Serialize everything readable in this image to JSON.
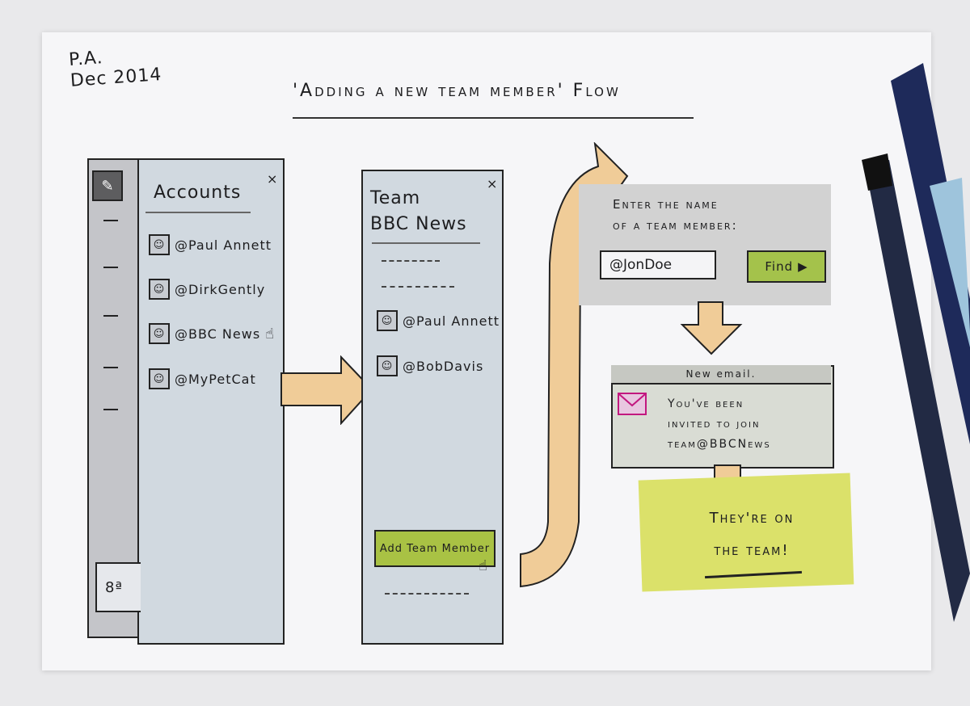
{
  "colors": {
    "paper": "#f6f6f8",
    "panel_wash": "#d1d9e0",
    "green_button": "#a9c244",
    "arrow_fill": "#f0cc98",
    "highlight_yellow": "#dbe16a",
    "envelope_magenta": "#c2187f"
  },
  "signature": {
    "initials": "P.A.",
    "date": "Dec 2014"
  },
  "title": "'Adding a new team member' Flow",
  "accounts_panel": {
    "title": "Accounts",
    "close": "×",
    "accounts": [
      "@Paul Annett",
      "@DirkGently",
      "@BBC News",
      "@MyPetCat"
    ],
    "bottom_item": "8ª",
    "compose_icon": "compose-icon"
  },
  "team_panel": {
    "title_line1": "Team",
    "title_line2": "BBC News",
    "close": "×",
    "members": [
      "@Paul Annett",
      "@BobDavis"
    ],
    "add_button": "Add Team Member"
  },
  "invite": {
    "prompt_line1": "Enter the name",
    "prompt_line2": "of a team member:",
    "input_value": "@JonDoe",
    "find_label": "Find"
  },
  "email": {
    "header": "New email.",
    "body_line1": "You've been",
    "body_line2": "invited to join",
    "body_line3": "team@BBCNews"
  },
  "result": {
    "line1": "They're on",
    "line2": "the team!"
  }
}
